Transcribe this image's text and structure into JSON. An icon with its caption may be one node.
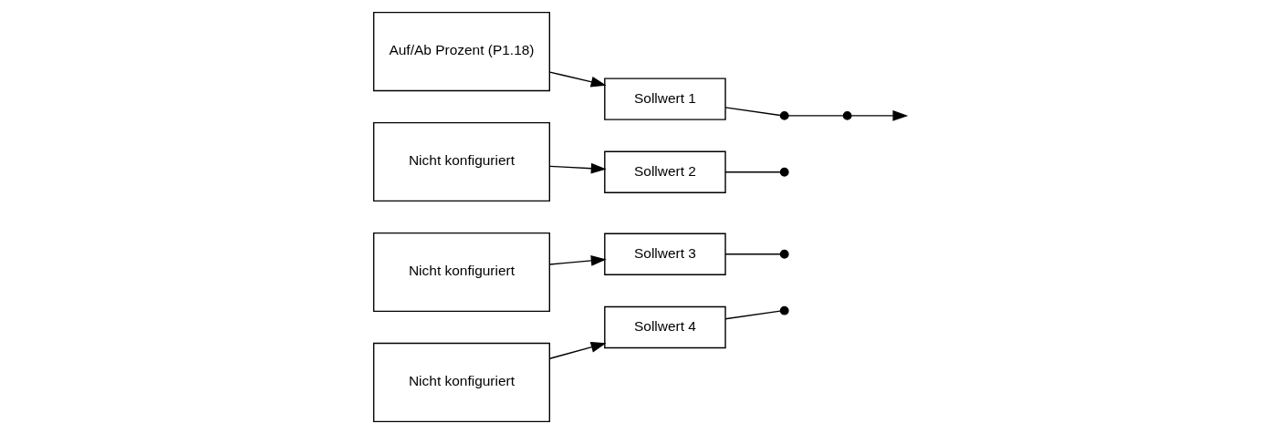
{
  "diagram": {
    "nodes": [
      {
        "text": [
          "Auf/Ab Prozent (P1.18)"
        ]
      },
      {
        "text": [
          "Nicht konfiguriert"
        ]
      },
      {
        "text": [
          "Nicht konfiguriert"
        ]
      },
      {
        "text": [
          "Nicht konfiguriert"
        ]
      },
      {
        "text": [
          "Sollwert 1"
        ]
      },
      {
        "text": [
          "Sollwert 2"
        ]
      },
      {
        "text": [
          "Sollwert 3"
        ]
      },
      {
        "text": [
          "Sollwert 4"
        ]
      },
      {
        "text": [],
        "shape": "circle"
      },
      {
        "text": [],
        "shape": "circle"
      },
      {
        "text": [],
        "shape": "circle"
      },
      {
        "text": [],
        "shape": "circle"
      },
      {
        "text": [],
        "shape": "circle"
      }
    ],
    "edges": [
      {
        "from": 0,
        "to": 4,
        "arrow": "to"
      },
      {
        "from": 1,
        "to": 5,
        "arrow": "to"
      },
      {
        "from": 2,
        "to": 6,
        "arrow": "to"
      },
      {
        "from": 3,
        "to": 7,
        "arrow": "to"
      },
      {
        "from": 4,
        "to": 8,
        "arrow": "none"
      },
      {
        "from": 5,
        "to": 9,
        "arrow": "none"
      },
      {
        "from": 6,
        "to": 10,
        "arrow": "none"
      },
      {
        "from": 7,
        "to": 11,
        "arrow": "none"
      },
      {
        "from": 8,
        "to": 12,
        "arrow": "none"
      },
      {
        "from": 12,
        "to": null,
        "arrow": "to"
      }
    ]
  }
}
